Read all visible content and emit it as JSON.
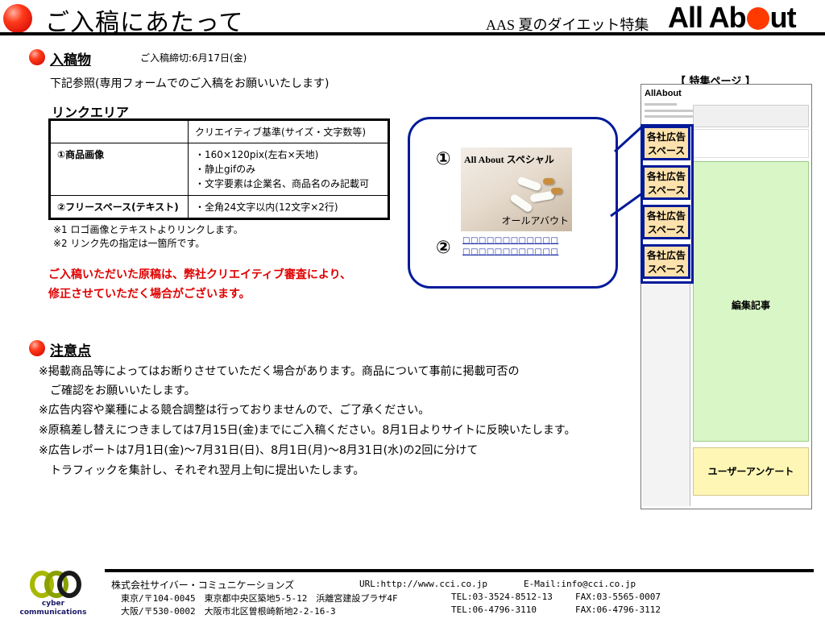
{
  "header": {
    "title": "ご入稿にあたって",
    "subtitle": "AAS 夏のダイエット特集",
    "logo": "All About"
  },
  "section_submission": {
    "title": "入稿物",
    "deadline": "ご入稿締切:6月17日(金)",
    "instruction": "下記参照(専用フォームでのご入稿をお願いいたします)",
    "area_title": "リンクエリア",
    "table": {
      "header": [
        "",
        "クリエイティブ基準(サイズ・文字数等)"
      ],
      "rows": [
        {
          "item": "①商品画像",
          "spec": [
            "・160×120pix(左右×天地)",
            "・静止gifのみ",
            "・文字要素は企業名、商品名のみ記載可"
          ]
        },
        {
          "item": "②フリースペース(テキスト)",
          "spec": [
            "・全角24文字以内(12文字×2行)"
          ]
        }
      ]
    },
    "notes": [
      "※1 ロゴ画像とテキストよりリンクします。",
      "※2 リンク先の指定は一箇所です。"
    ],
    "warning": [
      "ご入稿いただいた原稿は、弊社クリエイティブ審査により、",
      "修正させていただく場合がございます。"
    ]
  },
  "ad_preview": {
    "marker_1": "①",
    "marker_2": "②",
    "image_title": "All About スペシャル",
    "image_caption": "オールアバウト",
    "text_line_1": "□□□□□□□□□□□□",
    "text_line_2": "□□□□□□□□□□□□"
  },
  "site_mockup": {
    "label": "【 特集ページ 】",
    "logo": "AllAbout",
    "ad_slot_label": "各社広告\nスペース",
    "ad_slots": [
      "各社広告スペース",
      "各社広告スペース",
      "各社広告スペース",
      "各社広告スペース"
    ],
    "editorial": "編集記事",
    "survey": "ユーザーアンケート"
  },
  "section_notes": {
    "title": "注意点",
    "lines": [
      "※掲載商品等によってはお断りさせていただく場合があります。商品について事前に掲載可否の",
      "　ご確認をお願いいたします。",
      "※広告内容や業種による競合調整は行っておりませんので、ご了承ください。",
      "※原稿差し替えにつきましては7月15日(金)までにご入稿ください。8月1日よりサイトに反映いたします。",
      "※広告レポートは7月1日(金)～7月31日(日)、8月1日(月)～8月31日(水)の2回に分けて",
      "　トラフィックを集計し、それぞれ翌月上旬に提出いたします。"
    ]
  },
  "footer": {
    "company": "株式会社サイバー・コミュニケーションズ",
    "url": "URL:http://www.cci.co.jp",
    "email": "E-Mail:info@cci.co.jp",
    "tokyo_address": "東京/〒104-0045　東京都中央区築地5-5-12　浜離宮建設プラザ4F",
    "tokyo_tel": "TEL:03-3524-8512-13",
    "tokyo_fax": "FAX:03-5565-0007",
    "osaka_address": "大阪/〒530-0002　大阪市北区曽根崎新地2-2-16-3",
    "osaka_tel": "TEL:06-4796-3110",
    "osaka_fax": "FAX:06-4796-3112",
    "logo_text_1": "cyber",
    "logo_text_2": "communications"
  }
}
